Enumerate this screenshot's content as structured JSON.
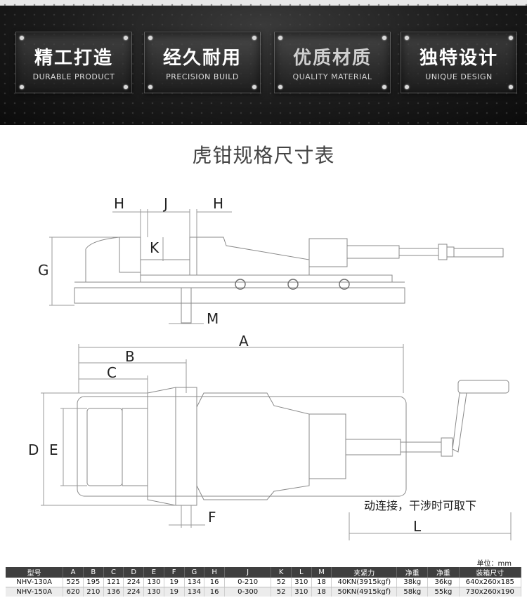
{
  "banner": {
    "plates": [
      {
        "cn": "精工打造",
        "en": "DURABLE PRODUCT"
      },
      {
        "cn": "经久耐用",
        "en": "PRECISION BUILD"
      },
      {
        "cn": "优质材质",
        "en": "QUALITY MATERIAL"
      },
      {
        "cn": "独特设计",
        "en": "UNIQUE DESIGN"
      }
    ]
  },
  "title": "虎钳规格尺寸表",
  "diagram": {
    "labels": {
      "H1": "H",
      "J": "J",
      "H2": "H",
      "K": "K",
      "G": "G",
      "M": "M",
      "A": "A",
      "B": "B",
      "C": "C",
      "D": "D",
      "E": "E",
      "F": "F",
      "L": "L"
    },
    "note": "动连接，干涉时可取下"
  },
  "table": {
    "unit": "单位：mm",
    "headers": [
      "型号",
      "A",
      "B",
      "C",
      "D",
      "E",
      "F",
      "G",
      "H",
      "J",
      "K",
      "L",
      "M",
      "夹紧力",
      "净重",
      "净重",
      "装箱尺寸"
    ],
    "rows": [
      [
        "NHV-130A",
        "525",
        "195",
        "121",
        "224",
        "130",
        "19",
        "134",
        "16",
        "0-210",
        "52",
        "310",
        "18",
        "40KN(3915kgf)",
        "38kg",
        "36kg",
        "640x260x185"
      ],
      [
        "NHV-150A",
        "620",
        "210",
        "136",
        "224",
        "130",
        "19",
        "134",
        "16",
        "0-300",
        "52",
        "310",
        "18",
        "50KN(4915kgf)",
        "58kg",
        "55kg",
        "730x260x190"
      ]
    ]
  }
}
